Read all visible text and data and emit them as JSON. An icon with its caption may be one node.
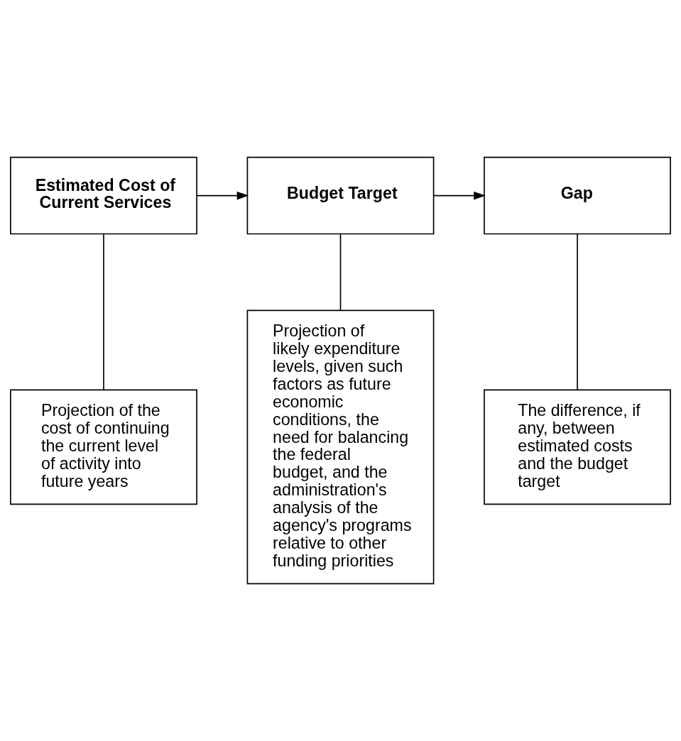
{
  "diagram": {
    "nodes": [
      {
        "text": [
          "Estimated Cost of Current Services"
        ]
      },
      {
        "text": [
          "Budget Target"
        ]
      },
      {
        "text": [
          "Gap"
        ]
      },
      {
        "text": [
          "Projection of the cost of continuing the current level of activity into future years"
        ]
      },
      {
        "text": [
          "Projection of likely expenditure levels, given such factors as future economic conditions, the need for balancing the federal budget, and the administration's analysis of the agency's programs relative to other funding priorities"
        ]
      },
      {
        "text": [
          "The difference, if any, between estimated costs and the budget target"
        ]
      }
    ],
    "edges": [
      {
        "from": 0,
        "to": 1,
        "arrow": "to"
      },
      {
        "from": 1,
        "to": 2,
        "arrow": "to"
      },
      {
        "from": 0,
        "to": 3,
        "arrow": "none"
      },
      {
        "from": 1,
        "to": 4,
        "arrow": "none"
      },
      {
        "from": 2,
        "to": 5,
        "arrow": "none"
      }
    ]
  }
}
